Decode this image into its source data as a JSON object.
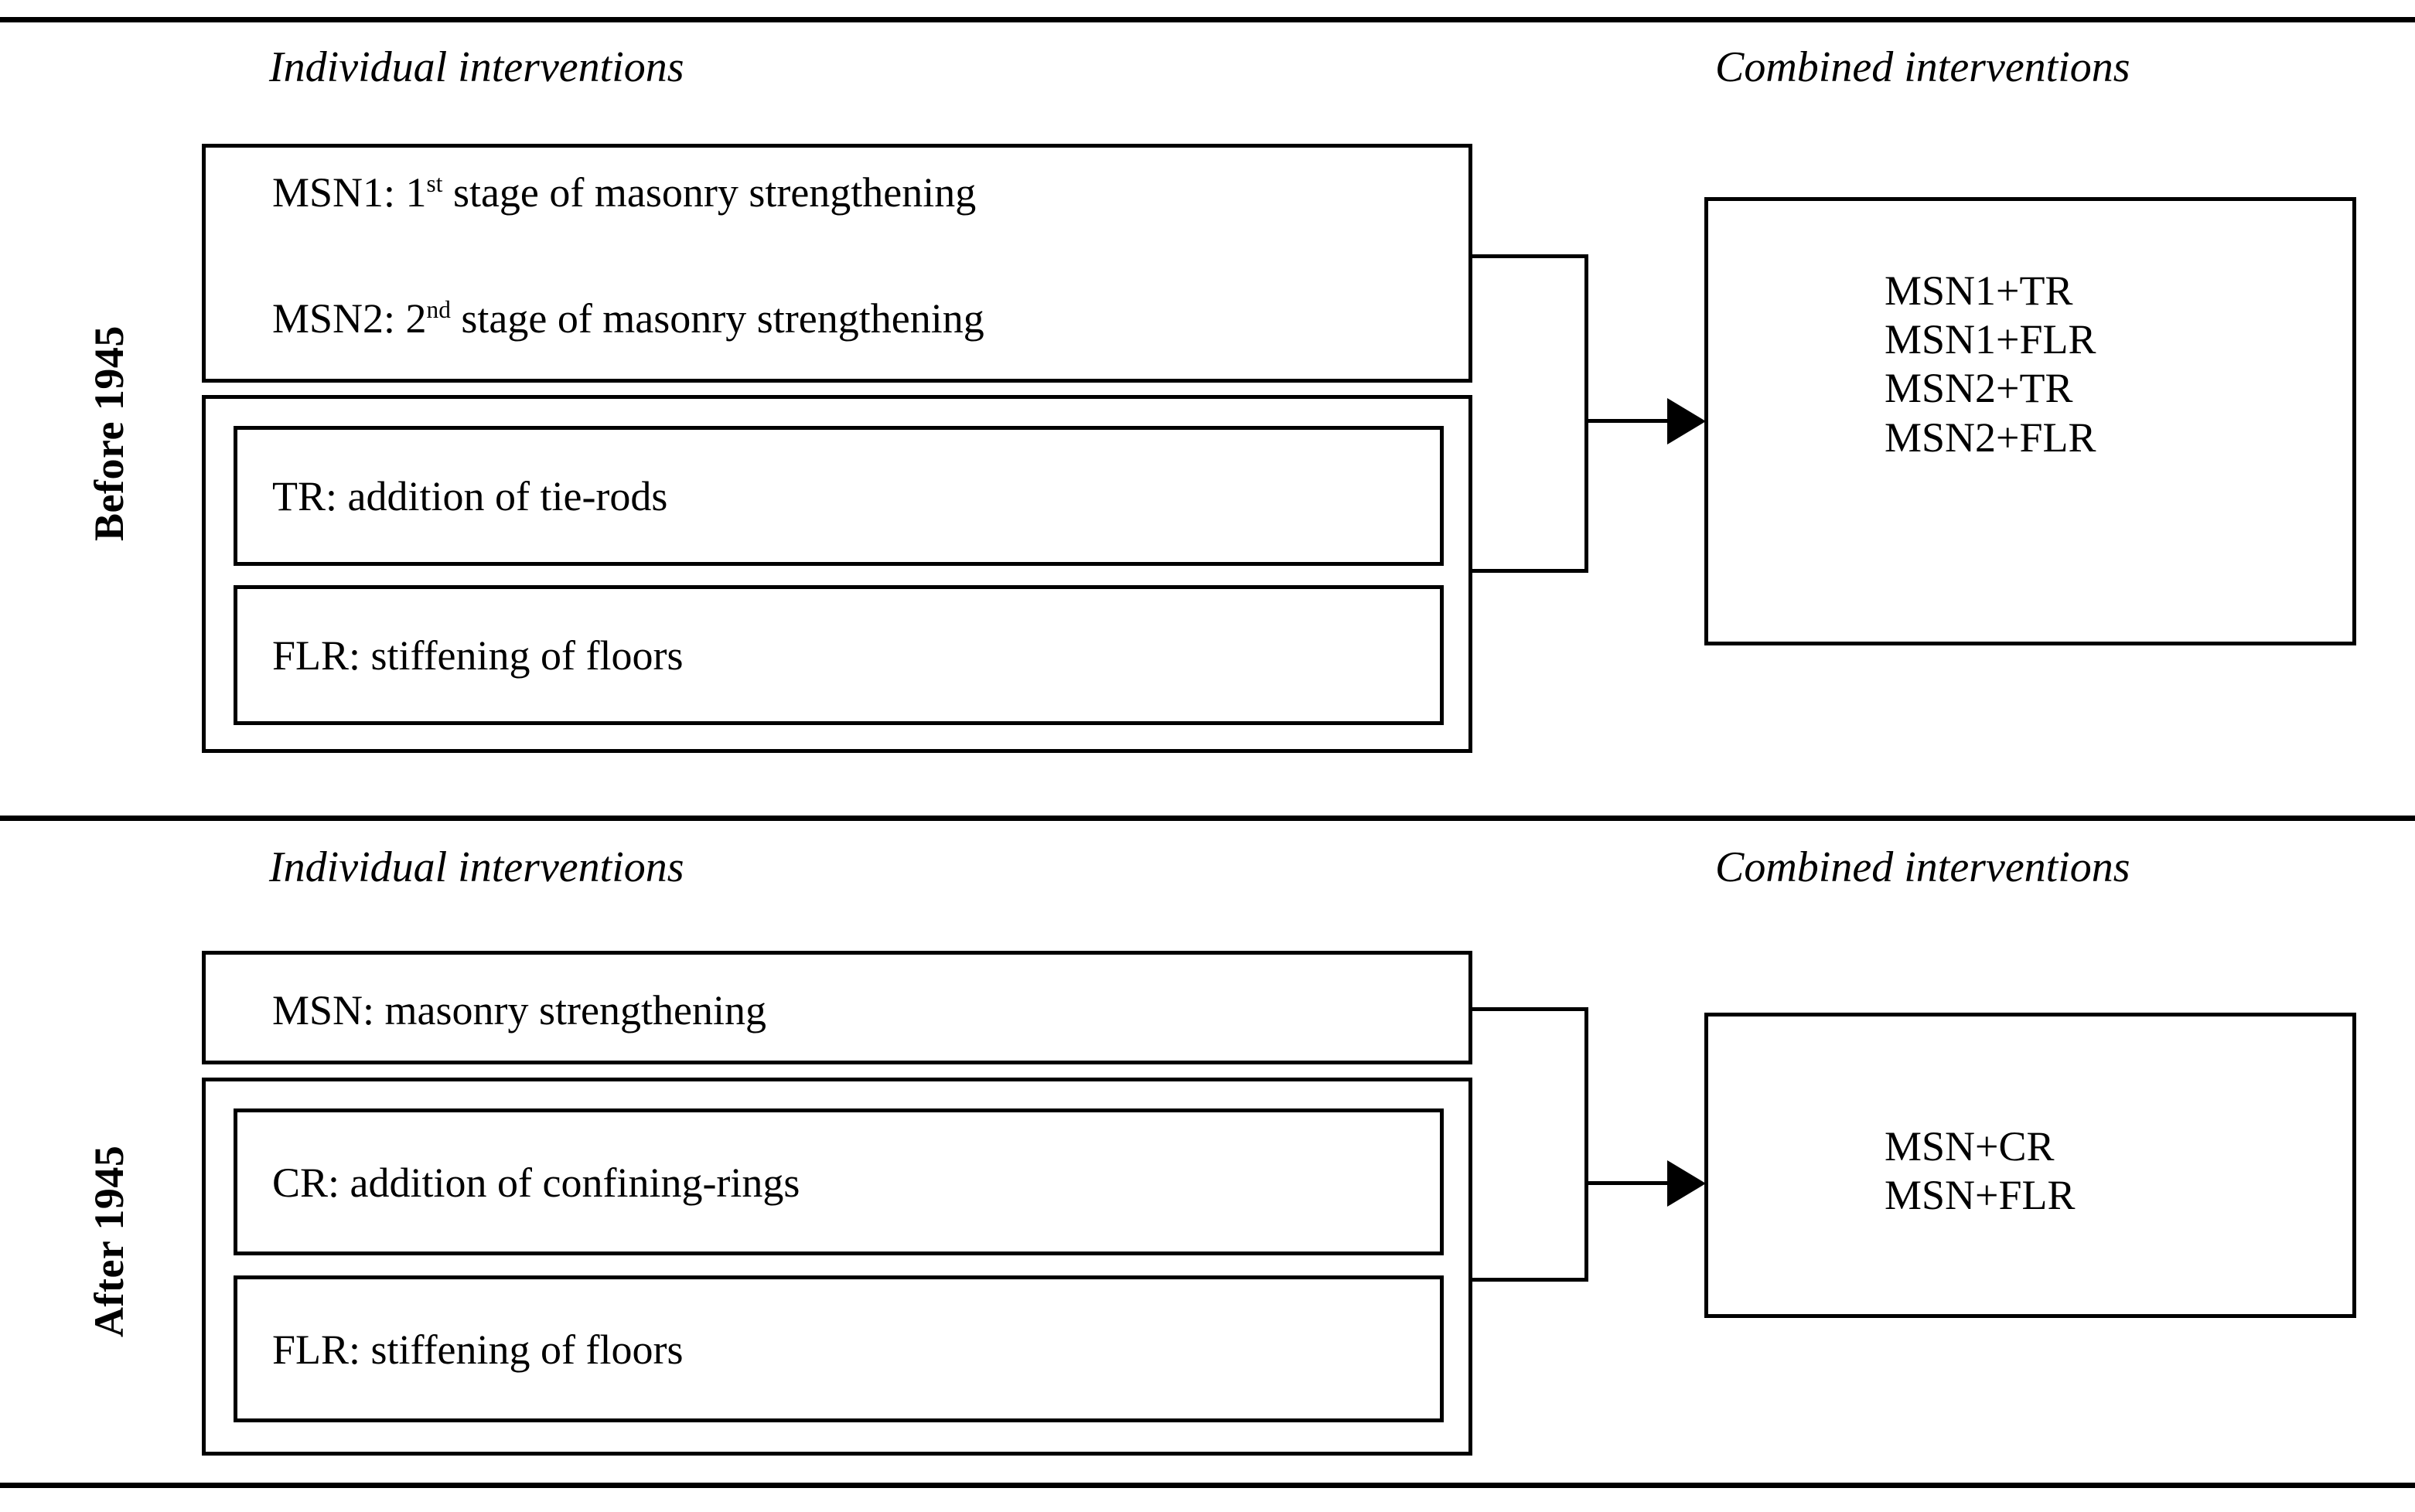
{
  "sections": [
    {
      "era_label": "Before 1945",
      "headers": {
        "individual": "Individual interventions",
        "combined": "Combined interventions"
      },
      "individual_boxes": [
        {
          "code": "MSN1",
          "ordinal": "1",
          "ordinal_suffix": "st",
          "text_before": "MSN1: 1",
          "text_after": " stage of masonry strengthening"
        },
        {
          "code": "MSN2",
          "ordinal": "2",
          "ordinal_suffix": "nd",
          "text_before": "MSN2: 2",
          "text_after": " stage of masonry strengthening"
        },
        {
          "code": "TR",
          "label": "TR: addition of tie-rods"
        },
        {
          "code": "FLR",
          "label": "FLR: stiffening of floors"
        }
      ],
      "combined_list": [
        "MSN1+TR",
        "MSN1+FLR",
        "MSN2+TR",
        "MSN2+FLR"
      ]
    },
    {
      "era_label": "After 1945",
      "headers": {
        "individual": "Individual interventions",
        "combined": "Combined interventions"
      },
      "individual_boxes": [
        {
          "code": "MSN",
          "label": "MSN: masonry strengthening"
        },
        {
          "code": "CR",
          "label": "CR: addition of confining-rings"
        },
        {
          "code": "FLR",
          "label": "FLR: stiffening of floors"
        }
      ],
      "combined_list": [
        "MSN+CR",
        "MSN+FLR"
      ]
    }
  ],
  "colors": {
    "stroke": "#000000",
    "background": "#ffffff",
    "text": "#000000"
  }
}
